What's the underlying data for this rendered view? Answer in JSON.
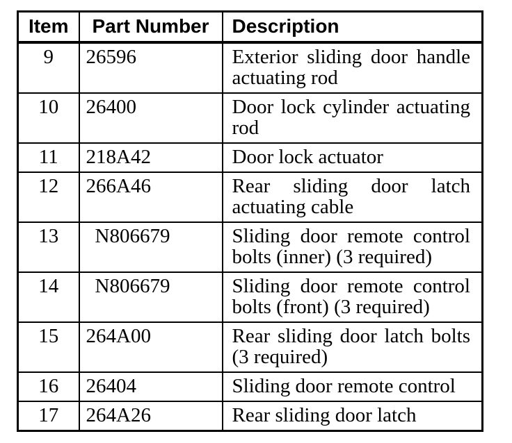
{
  "table": {
    "columns": [
      {
        "key": "item",
        "label": "Item"
      },
      {
        "key": "part_number",
        "label": "Part Number"
      },
      {
        "key": "description",
        "label": "Description"
      }
    ],
    "rows": [
      {
        "item": "9",
        "part_number": "26596",
        "description": "Exterior sliding door handle actuating rod",
        "pn_indent": false
      },
      {
        "item": "10",
        "part_number": "26400",
        "description": "Door lock cylinder actuating rod",
        "pn_indent": false
      },
      {
        "item": "11",
        "part_number": "218A42",
        "description": "Door lock actuator",
        "pn_indent": false
      },
      {
        "item": "12",
        "part_number": "266A46",
        "description": "Rear sliding door latch actuating cable",
        "pn_indent": false
      },
      {
        "item": "13",
        "part_number": "N806679",
        "description": "Sliding door remote control bolts (inner) (3 required)",
        "pn_indent": true
      },
      {
        "item": "14",
        "part_number": "N806679",
        "description": "Sliding door remote control bolts (front) (3 required)",
        "pn_indent": true
      },
      {
        "item": "15",
        "part_number": "264A00",
        "description": "Rear sliding door latch bolts (3 required)",
        "pn_indent": false
      },
      {
        "item": "16",
        "part_number": "26404",
        "description": "Sliding door remote control",
        "pn_indent": false
      },
      {
        "item": "17",
        "part_number": "264A26",
        "description": "Rear sliding door latch",
        "pn_indent": false
      }
    ]
  },
  "colors": {
    "border": "#000000",
    "text": "#000000",
    "background": "#ffffff"
  }
}
